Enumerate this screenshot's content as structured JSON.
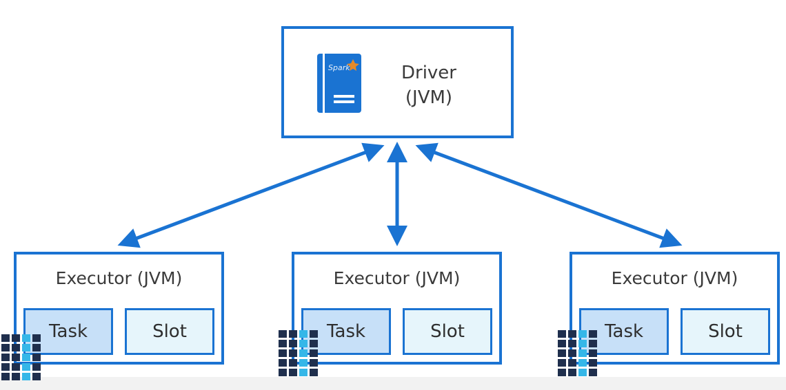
{
  "colors": {
    "accent": "#1a73d2",
    "task_fill": "#c7e0f8",
    "slot_fill": "#e6f5fb",
    "grid_dark": "#1f2f4d",
    "grid_light": "#35b7e8"
  },
  "driver": {
    "line1": "Driver",
    "line2": "(JVM)",
    "logo_text": "Spark"
  },
  "executors": [
    {
      "title": "Executor (JVM)",
      "task": "Task",
      "slot": "Slot"
    },
    {
      "title": "Executor (JVM)",
      "task": "Task",
      "slot": "Slot"
    },
    {
      "title": "Executor (JVM)",
      "task": "Task",
      "slot": "Slot"
    }
  ],
  "icons": {
    "driver_logo": "spark-book-icon",
    "executor_data": "data-grid-icon"
  }
}
